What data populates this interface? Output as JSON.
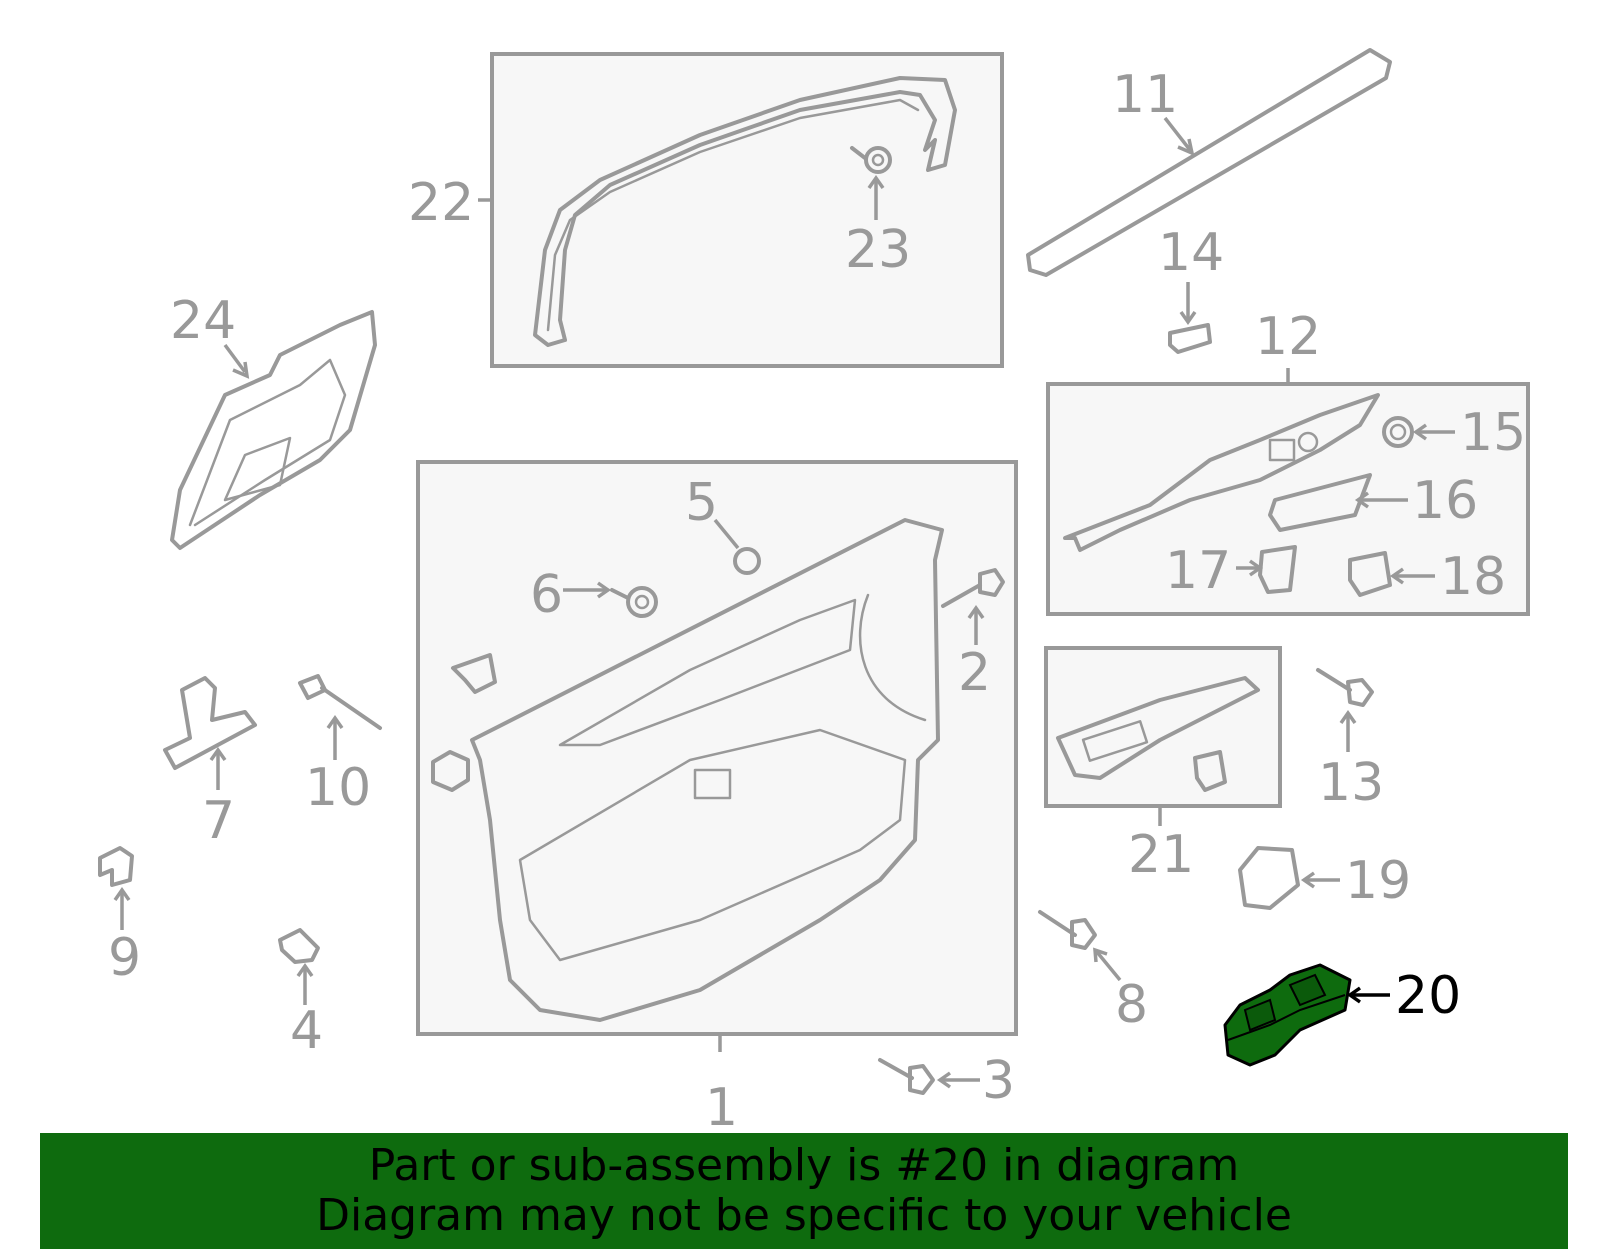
{
  "diagram": {
    "callouts": [
      "1",
      "2",
      "3",
      "4",
      "5",
      "6",
      "7",
      "8",
      "9",
      "10",
      "11",
      "12",
      "13",
      "14",
      "15",
      "16",
      "17",
      "18",
      "19",
      "20",
      "21",
      "22",
      "23",
      "24"
    ],
    "highlighted_part": "20",
    "colors": {
      "line": "#999999",
      "box_fill": "#f7f7f7",
      "highlight": "#0e6b0e",
      "highlight_text": "#000000"
    }
  },
  "banner": {
    "line1": "Part or sub-assembly is #20 in diagram",
    "line2": "Diagram may not be specific to your vehicle"
  }
}
